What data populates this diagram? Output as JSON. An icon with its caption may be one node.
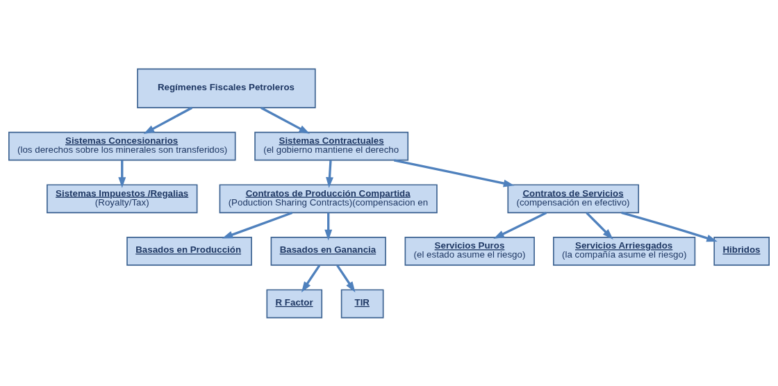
{
  "diagram": {
    "nodes": [
      {
        "text": [
          "Regímenes Fiscales Petroleros"
        ]
      },
      {
        "text": [
          "Sistemas Concesionarios",
          "(los derechos sobre los minerales son transferidos)"
        ]
      },
      {
        "text": [
          "Sistemas Contractuales",
          "(el gobierno mantiene el derecho"
        ]
      },
      {
        "text": [
          "Sistemas Impuestos /Regalias",
          "(Royalty/Tax)"
        ]
      },
      {
        "text": [
          "Contratos de Producción Compartida",
          "(Poduction Sharing Contracts)(compensacion en"
        ]
      },
      {
        "text": [
          "Contratos de Servicios",
          "(compensación en efectivo)"
        ]
      },
      {
        "text": [
          "Basados en Producción"
        ]
      },
      {
        "text": [
          "Basados en Ganancia"
        ]
      },
      {
        "text": [
          "Servicios Puros",
          "(el estado asume el riesgo)"
        ]
      },
      {
        "text": [
          "R Factor"
        ]
      },
      {
        "text": [
          "TIR"
        ]
      },
      {
        "text": [
          "Servicios Arriesgados",
          "(la compañía asume el riesgo)"
        ]
      },
      {
        "text": [
          "Hibridos"
        ]
      }
    ],
    "edges": [
      {
        "from": 0,
        "to": 1,
        "arrow": "to"
      },
      {
        "from": 0,
        "to": 2,
        "arrow": "to"
      },
      {
        "from": 1,
        "to": 3,
        "arrow": "to"
      },
      {
        "from": 2,
        "to": 4,
        "arrow": "to"
      },
      {
        "from": 2,
        "to": 5,
        "arrow": "to"
      },
      {
        "from": 4,
        "to": 6,
        "arrow": "to"
      },
      {
        "from": 4,
        "to": 7,
        "arrow": "to"
      },
      {
        "from": 7,
        "to": 9,
        "arrow": "to"
      },
      {
        "from": 7,
        "to": 10,
        "arrow": "to"
      },
      {
        "from": 5,
        "to": 8,
        "arrow": "to"
      },
      {
        "from": 5,
        "to": 11,
        "arrow": "to"
      },
      {
        "from": 5,
        "to": 12,
        "arrow": "to"
      }
    ]
  }
}
